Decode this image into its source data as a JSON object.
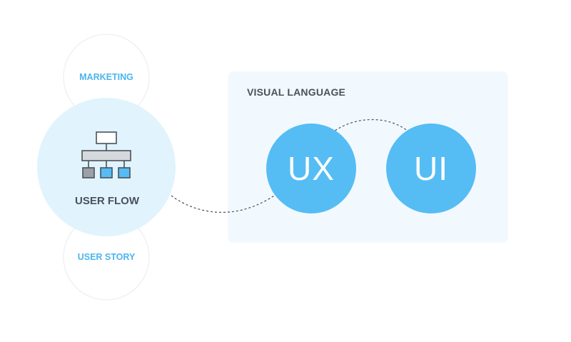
{
  "colors": {
    "accent": "#55bdf4",
    "light_circle": "#e1f3fd",
    "panel_bg": "#f2f9fe",
    "dark_text": "#4a5159",
    "connector": "#4a5159"
  },
  "left_stack": {
    "top": {
      "label": "MARKETING"
    },
    "center": {
      "label": "USER FLOW",
      "icon": "hierarchy-chart-icon"
    },
    "bottom": {
      "label": "USER STORY"
    }
  },
  "visual_language": {
    "title": "VISUAL LANGUAGE",
    "nodes": [
      {
        "label": "UX"
      },
      {
        "label": "UI"
      }
    ]
  }
}
